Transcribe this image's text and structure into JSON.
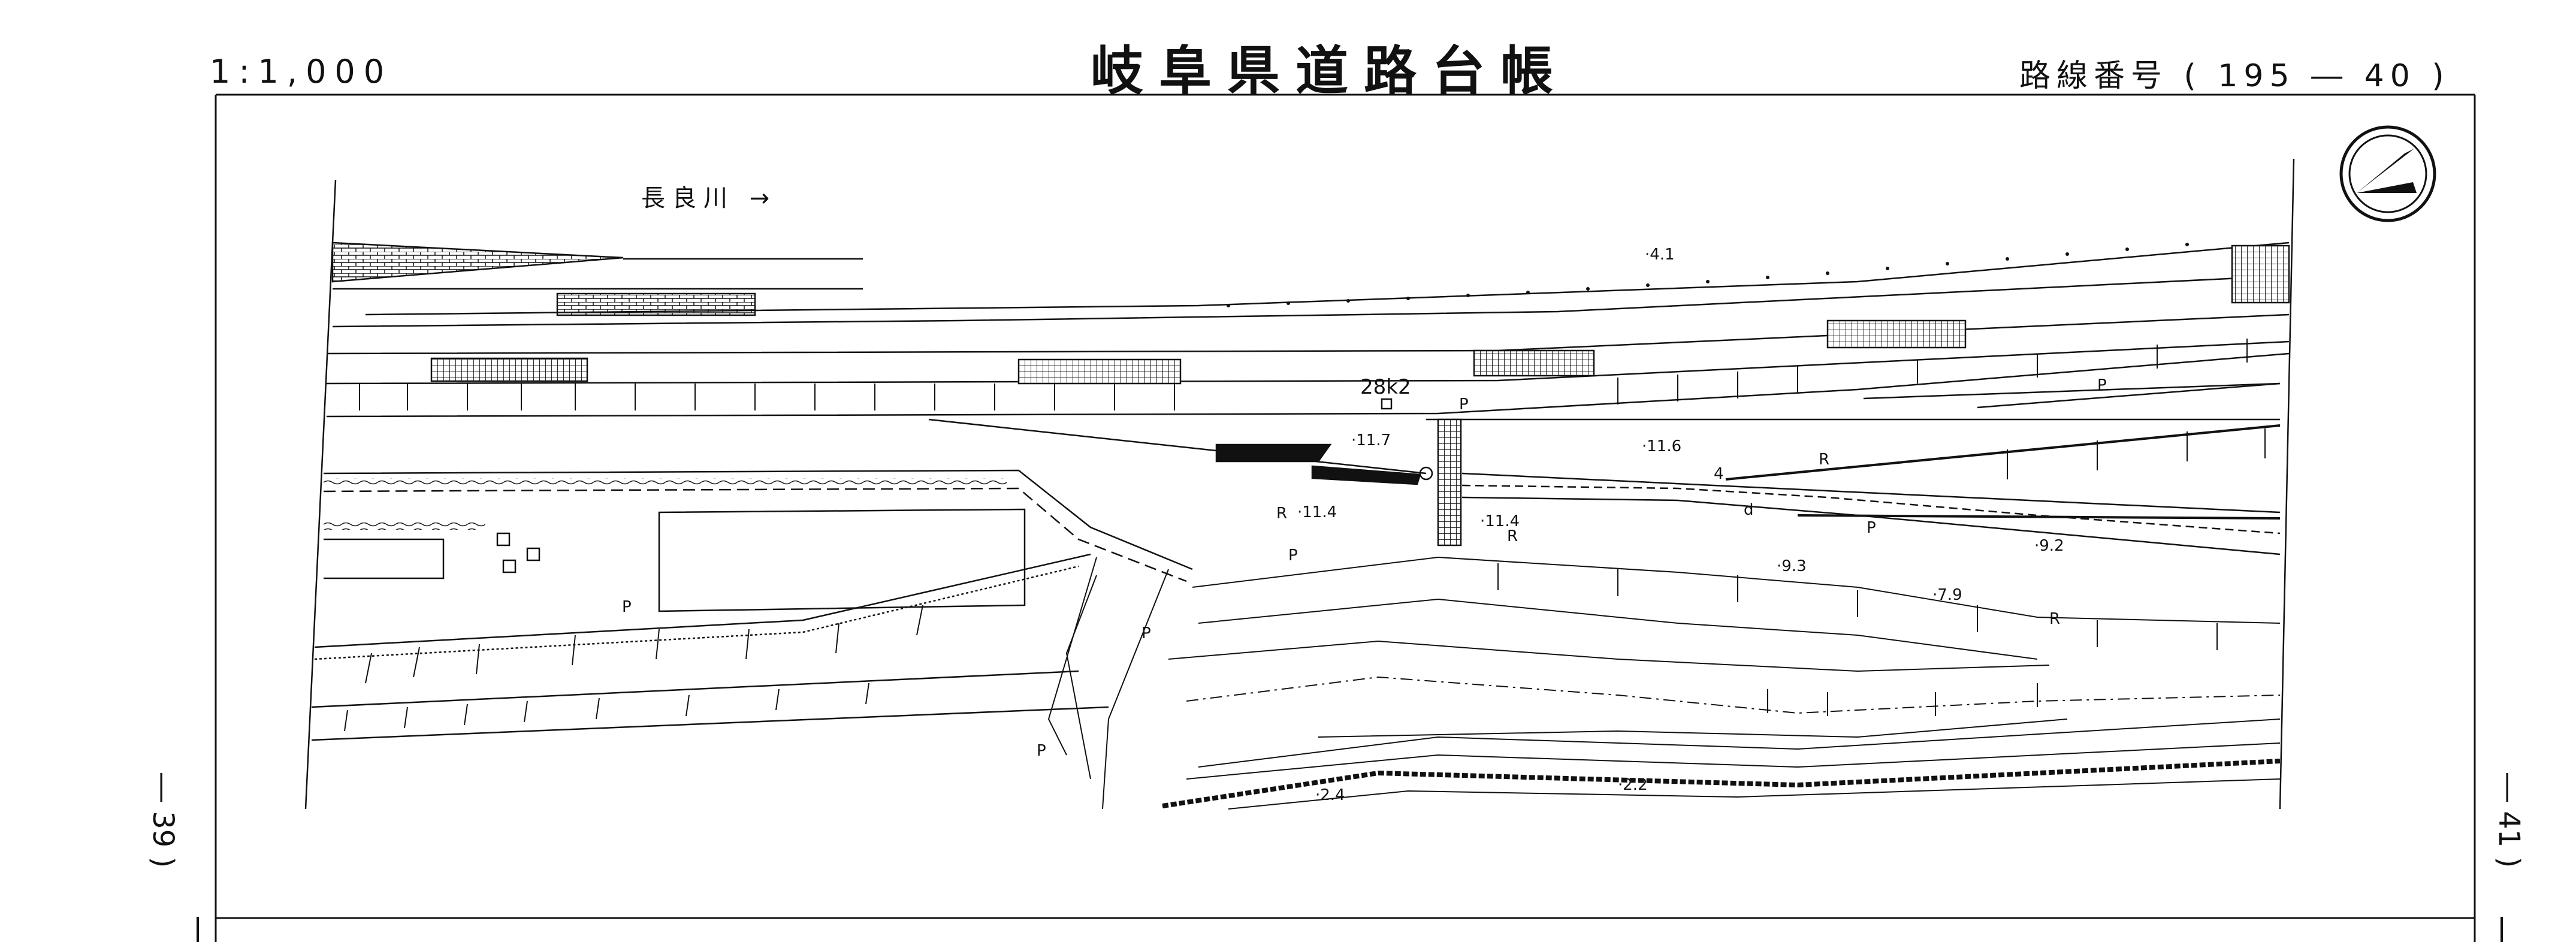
{
  "header": {
    "scale": "1:1,000",
    "title": "岐阜県道路台帳",
    "route_number": "路線番号 ( 195 ― 40 )"
  },
  "sheet_refs": {
    "previous": "― 39 )",
    "next": "― 41 )"
  },
  "map": {
    "river_label": "長良川 →",
    "station_label": "28k2",
    "elevations": [
      "·4.1",
      "·11.7",
      "·11.6",
      "·11.4",
      "·11.4",
      "·9.3",
      "·9.2",
      "·7.9",
      "·2.4",
      "·2.2"
    ],
    "road_marks": [
      "P",
      "P",
      "P",
      "P",
      "P",
      "P",
      "P",
      "R",
      "R",
      "R",
      "R",
      "4",
      "d"
    ],
    "north_arrow": "north-arrow-icon"
  },
  "colors": {
    "ink": "#111111",
    "paper": "#ffffff"
  }
}
